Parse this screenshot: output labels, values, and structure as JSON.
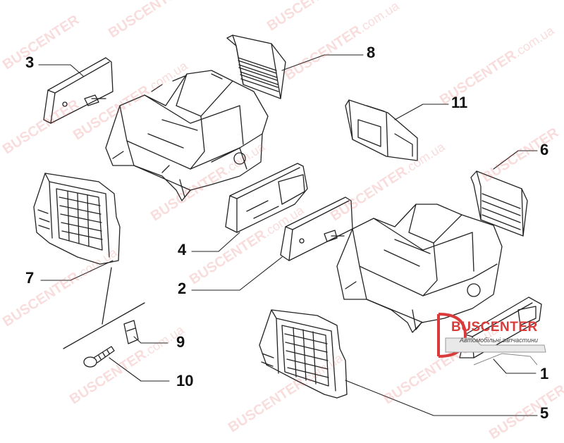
{
  "watermark": {
    "brand": "BUSCENTER",
    "domain": ".com.ua"
  },
  "logo": {
    "name": "BUSCENTER",
    "tagline": "Автомобільні запчастини",
    "accent_color": "#d93a3a"
  },
  "callouts": [
    {
      "id": "1",
      "label": "1"
    },
    {
      "id": "2",
      "label": "2"
    },
    {
      "id": "3",
      "label": "3"
    },
    {
      "id": "4",
      "label": "4"
    },
    {
      "id": "5",
      "label": "5"
    },
    {
      "id": "6",
      "label": "6"
    },
    {
      "id": "7",
      "label": "7"
    },
    {
      "id": "8",
      "label": "8"
    },
    {
      "id": "9",
      "label": "9"
    },
    {
      "id": "10",
      "label": "10"
    },
    {
      "id": "11",
      "label": "11"
    }
  ]
}
